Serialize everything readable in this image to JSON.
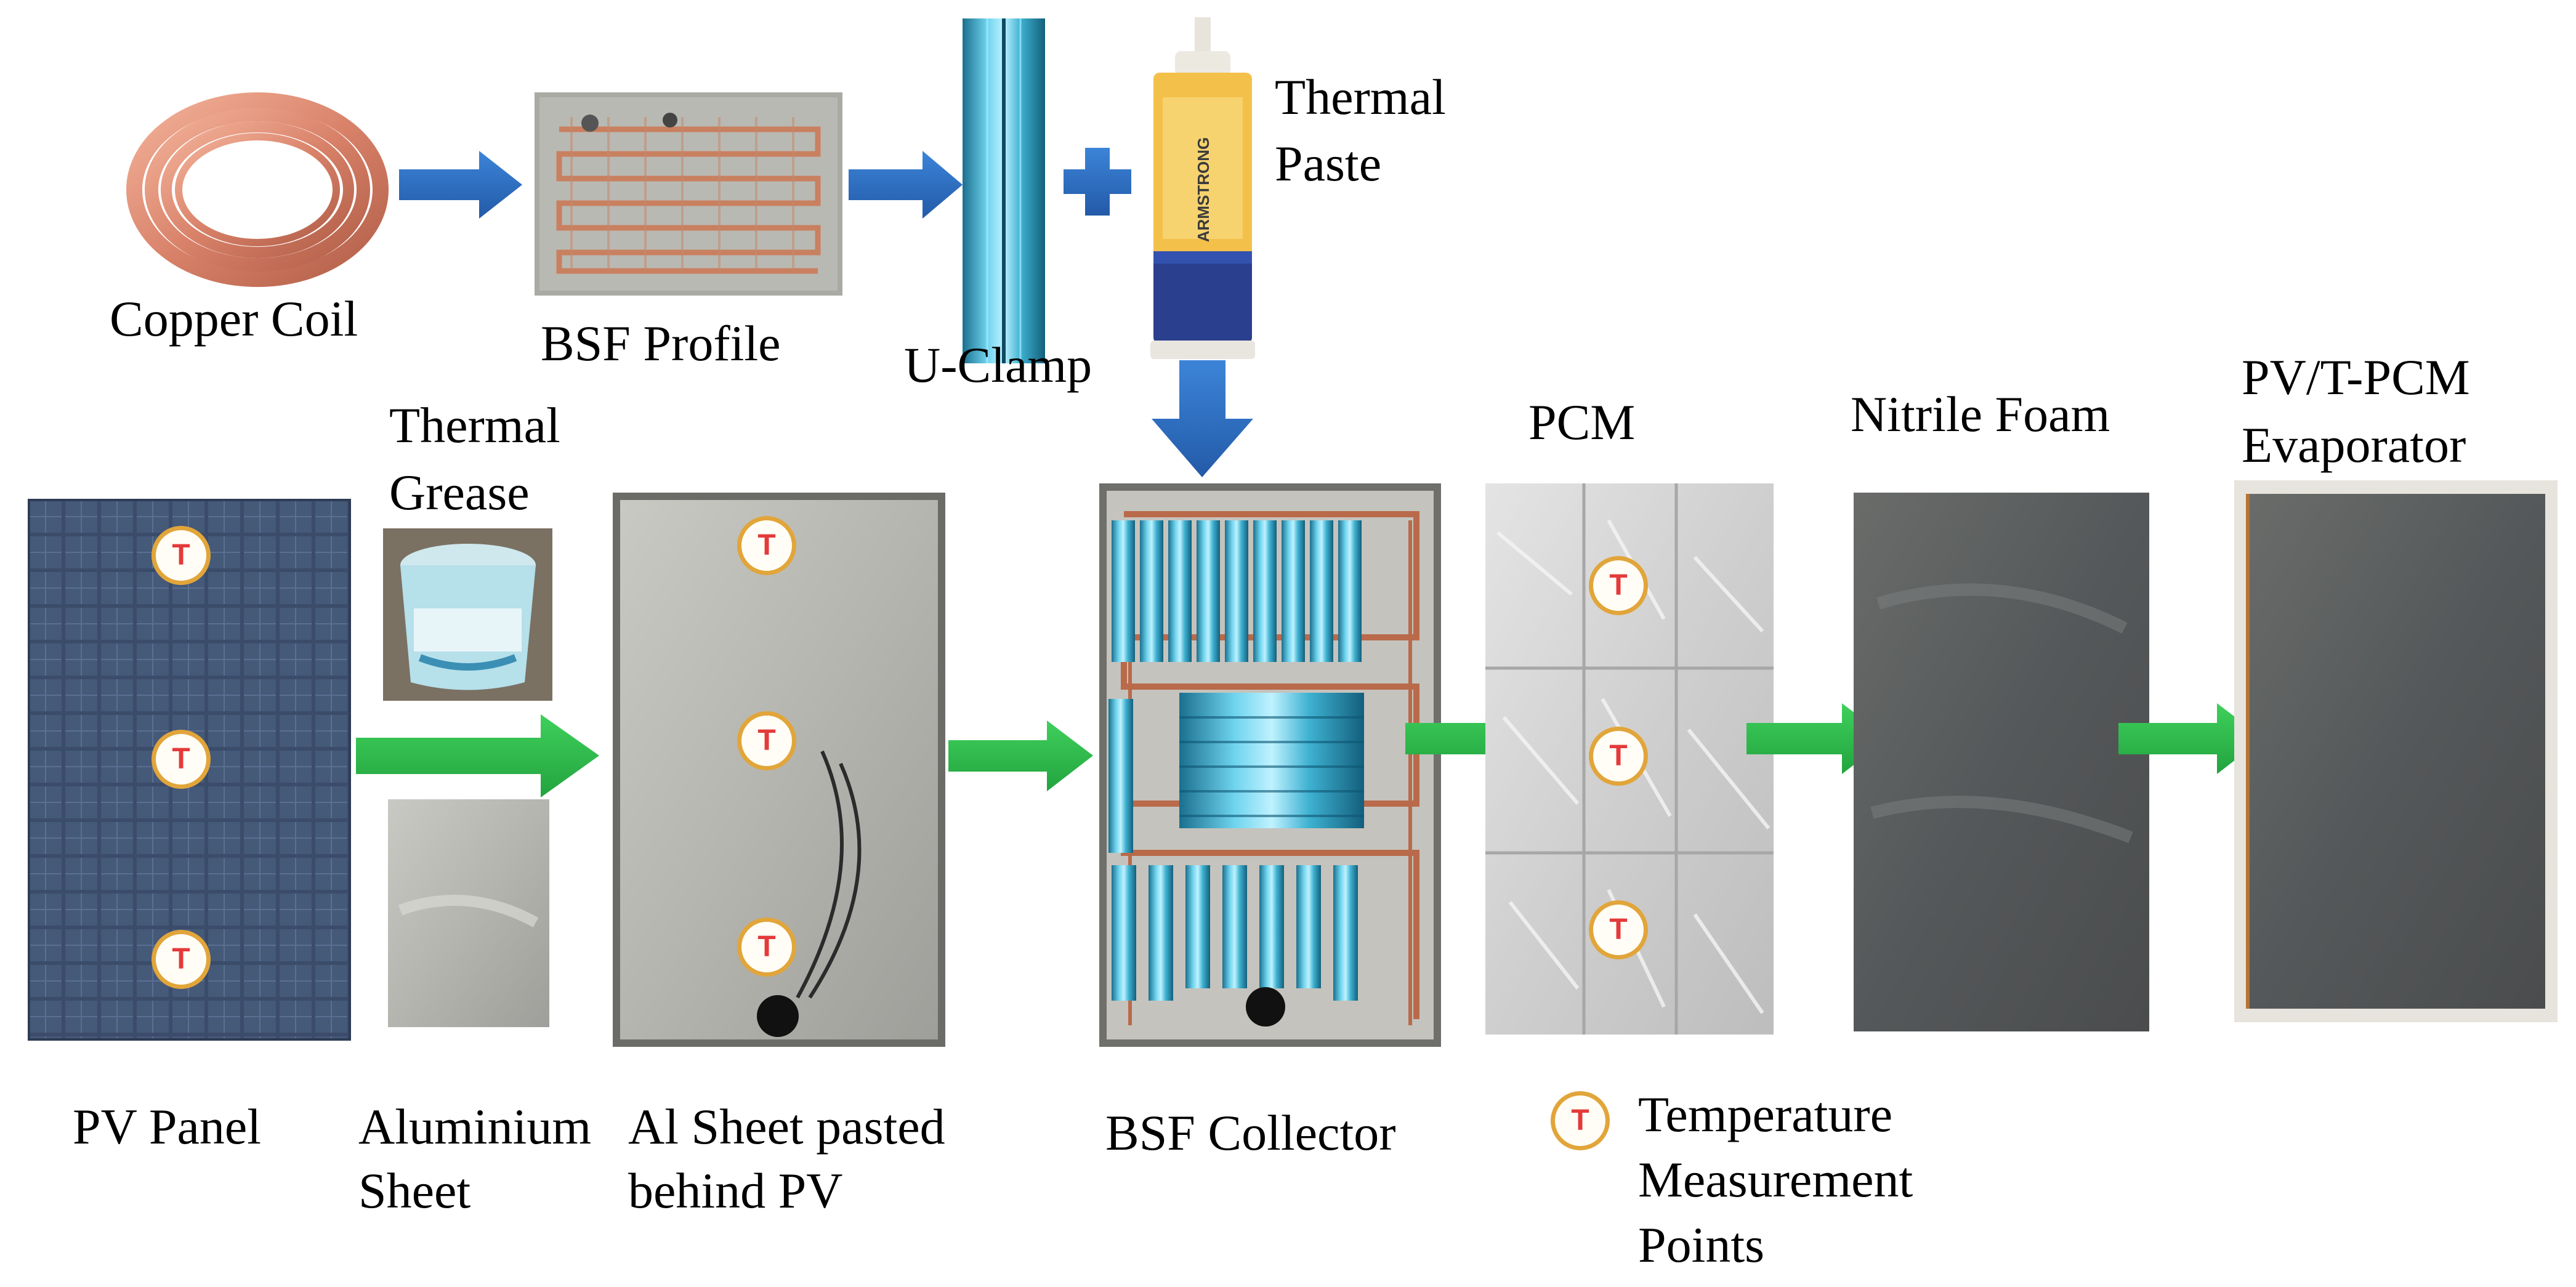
{
  "labels": {
    "copper_coil": "Copper Coil",
    "bsf_profile": "BSF Profile",
    "u_clamp": "U-Clamp",
    "thermal_paste_1": "Thermal",
    "thermal_paste_2": "Paste",
    "thermal_grease_1": "Thermal",
    "thermal_grease_2": "Grease",
    "pcm": "PCM",
    "nitrile_foam": "Nitrile Foam",
    "evaporator_1": "PV/T-PCM",
    "evaporator_2": "Evaporator",
    "pv_panel": "PV Panel",
    "aluminium_sheet_1": "Aluminium",
    "aluminium_sheet_2": "Sheet",
    "al_sheet_pasted_1": "Al Sheet pasted",
    "al_sheet_pasted_2": "behind PV",
    "bsf_collector": "BSF Collector"
  },
  "legend": {
    "symbol": "T",
    "line1": "Temperature",
    "line2": "Measurement",
    "line3": "Points"
  },
  "tube_label": "ARMSTRONG",
  "colors": {
    "blue_arrow": "#2f6fc4",
    "green_arrow": "#2fbd4c",
    "marker_ring": "#e1a53a",
    "marker_text": "#e43a3a"
  }
}
